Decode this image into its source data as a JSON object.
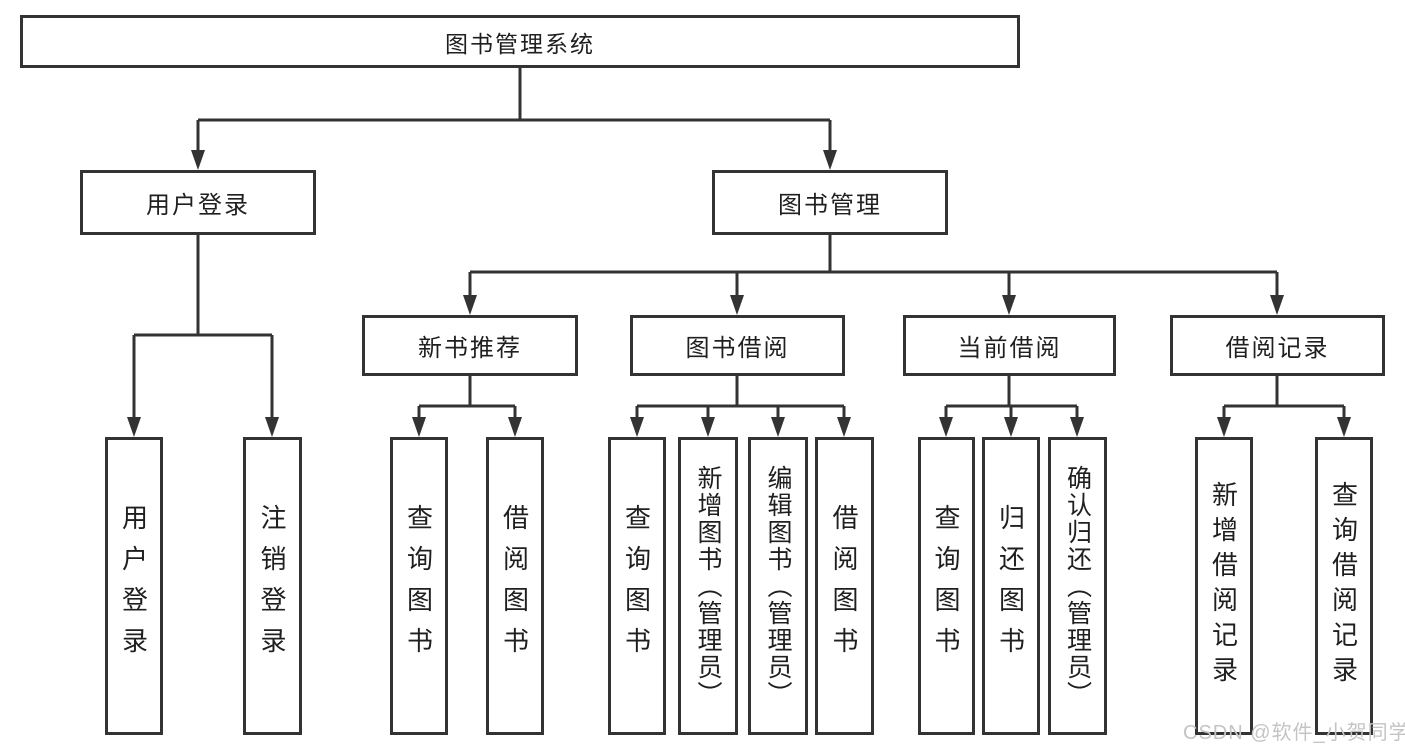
{
  "watermark": "CSDN @软件_小贺同学",
  "colors": {
    "line": "#333333",
    "box_border": "#333333",
    "text": "#1f1f1f",
    "background": "#ffffff",
    "watermark": "#c4c4c4"
  },
  "tree": {
    "root": {
      "label": "图书管理系统"
    },
    "branches": [
      {
        "label": "用户登录",
        "children": [
          {
            "label": "用户登录"
          },
          {
            "label": "注销登录"
          }
        ]
      },
      {
        "label": "图书管理",
        "children": [
          {
            "label": "新书推荐",
            "children": [
              {
                "label": "查询图书"
              },
              {
                "label": "借阅图书"
              }
            ]
          },
          {
            "label": "图书借阅",
            "children": [
              {
                "label": "查询图书"
              },
              {
                "label": "新增图书（管理员）"
              },
              {
                "label": "编辑图书（管理员）"
              },
              {
                "label": "借阅图书"
              }
            ]
          },
          {
            "label": "当前借阅",
            "children": [
              {
                "label": "查询图书"
              },
              {
                "label": "归还图书"
              },
              {
                "label": "确认归还（管理员）"
              }
            ]
          },
          {
            "label": "借阅记录",
            "children": [
              {
                "label": "新增借阅记录"
              },
              {
                "label": "查询借阅记录"
              }
            ]
          }
        ]
      }
    ]
  }
}
